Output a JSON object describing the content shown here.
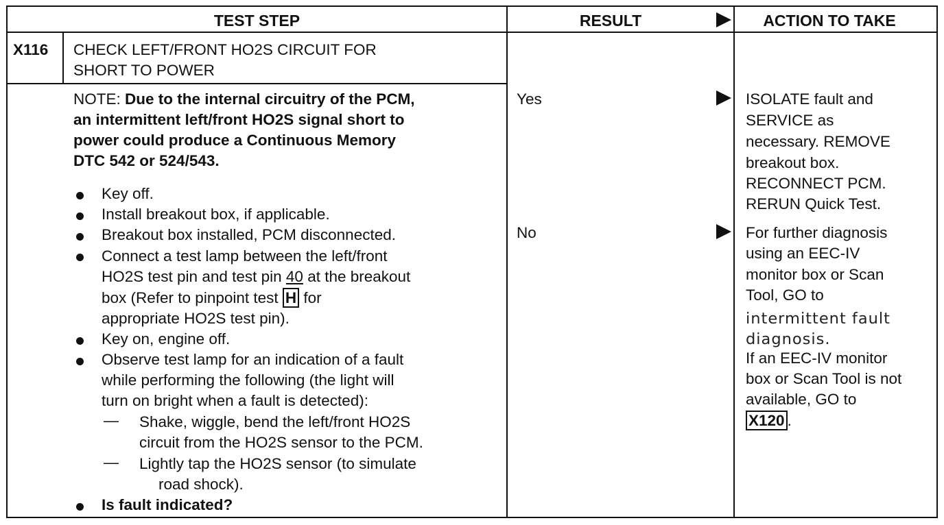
{
  "header": {
    "test_step": "TEST STEP",
    "result": "RESULT",
    "action": "ACTION TO TAKE"
  },
  "step": {
    "id": "X116",
    "title_line1": "CHECK LEFT/FRONT HO2S CIRCUIT FOR",
    "title_line2": "SHORT TO POWER",
    "note_prefix": "NOTE: ",
    "note_line1": "Due to the internal circuitry of the PCM,",
    "note_line2": "an intermittent left/front HO2S signal short to",
    "note_line3": "power could produce a Continuous Memory",
    "note_line4": "DTC 542 or 524/543.",
    "bullets": {
      "b1": "Key off.",
      "b2": "Install breakout box, if applicable.",
      "b3": "Breakout box installed, PCM disconnected.",
      "b4_line1": "Connect a test lamp between the left/front",
      "b4_line2_pre": "HO2S test pin and test pin ",
      "b4_pin": "40",
      "b4_line2_post": " at the breakout",
      "b4_line3_pre": "box (Refer to pinpoint test ",
      "b4_test": "H",
      "b4_line3_post": " for",
      "b4_line4": "appropriate HO2S test pin).",
      "b5": "Key on, engine off.",
      "b6_line1": "Observe test lamp for an indication of a fault",
      "b6_line2": "while performing the following (the light will",
      "b6_line3": "turn on bright when a fault is detected):",
      "sub1_line1": "Shake, wiggle, bend the left/front HO2S",
      "sub1_line2": "circuit from the HO2S sensor to the PCM.",
      "sub2_line1": "Lightly tap the HO2S sensor (to simulate",
      "sub2_line2": "road shock).",
      "b7": "Is fault indicated?"
    }
  },
  "results": {
    "yes": "Yes",
    "no": "No"
  },
  "actions": {
    "yes_line1": "ISOLATE fault and",
    "yes_line2": "SERVICE as",
    "yes_line3": "necessary. REMOVE",
    "yes_line4": "breakout box.",
    "yes_line5": "RECONNECT PCM.",
    "yes_line6": "RERUN Quick Test.",
    "no_line1": "For further diagnosis",
    "no_line2": "using an EEC-IV",
    "no_line3": "monitor box or Scan",
    "no_line4": "Tool, GO to",
    "no_line5": "intermittent  fault",
    "no_line6": "diagnosis.",
    "no_line7": "If an EEC-IV monitor",
    "no_line8": "box or Scan Tool is not",
    "no_line9": "available, GO to",
    "no_goto": "X120",
    "no_goto_suffix": "."
  }
}
